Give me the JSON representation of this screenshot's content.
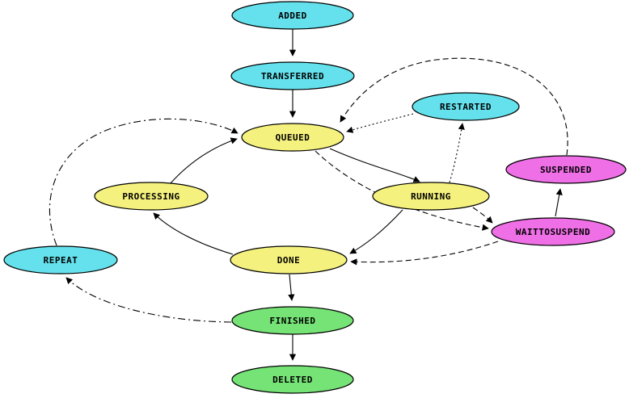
{
  "colors": {
    "cyan": "#64E1EC",
    "yellow": "#F5F17E",
    "magenta": "#EF6FE6",
    "green": "#76E376",
    "stroke": "#000000",
    "background": "#FFFFFF"
  },
  "nodes": [
    {
      "id": "added",
      "label": "ADDED",
      "color": "cyan"
    },
    {
      "id": "transferred",
      "label": "TRANSFERRED",
      "color": "cyan"
    },
    {
      "id": "queued",
      "label": "QUEUED",
      "color": "yellow"
    },
    {
      "id": "restarted",
      "label": "RESTARTED",
      "color": "cyan"
    },
    {
      "id": "processing",
      "label": "PROCESSING",
      "color": "yellow"
    },
    {
      "id": "running",
      "label": "RUNNING",
      "color": "yellow"
    },
    {
      "id": "suspended",
      "label": "SUSPENDED",
      "color": "magenta"
    },
    {
      "id": "waittosuspend",
      "label": "WAITTOSUSPEND",
      "color": "magenta"
    },
    {
      "id": "repeat",
      "label": "REPEAT",
      "color": "cyan"
    },
    {
      "id": "done",
      "label": "DONE",
      "color": "yellow"
    },
    {
      "id": "finished",
      "label": "FINISHED",
      "color": "green"
    },
    {
      "id": "deleted",
      "label": "DELETED",
      "color": "green"
    }
  ],
  "edges": [
    {
      "from": "added",
      "to": "transferred",
      "style": "solid"
    },
    {
      "from": "transferred",
      "to": "queued",
      "style": "solid"
    },
    {
      "from": "queued",
      "to": "running",
      "style": "solid"
    },
    {
      "from": "processing",
      "to": "queued",
      "style": "solid"
    },
    {
      "from": "done",
      "to": "processing",
      "style": "solid"
    },
    {
      "from": "running",
      "to": "done",
      "style": "solid"
    },
    {
      "from": "done",
      "to": "finished",
      "style": "solid"
    },
    {
      "from": "finished",
      "to": "deleted",
      "style": "solid"
    },
    {
      "from": "waittosuspend",
      "to": "suspended",
      "style": "solid"
    },
    {
      "from": "running",
      "to": "restarted",
      "style": "dotted"
    },
    {
      "from": "restarted",
      "to": "queued",
      "style": "dotted"
    },
    {
      "from": "suspended",
      "to": "queued",
      "style": "dashed"
    },
    {
      "from": "queued",
      "to": "waittosuspend",
      "style": "dashed"
    },
    {
      "from": "running",
      "to": "waittosuspend",
      "style": "dashed"
    },
    {
      "from": "waittosuspend",
      "to": "done",
      "style": "dashed"
    },
    {
      "from": "repeat",
      "to": "queued",
      "style": "dashdot"
    },
    {
      "from": "finished",
      "to": "repeat",
      "style": "dashdot"
    }
  ]
}
